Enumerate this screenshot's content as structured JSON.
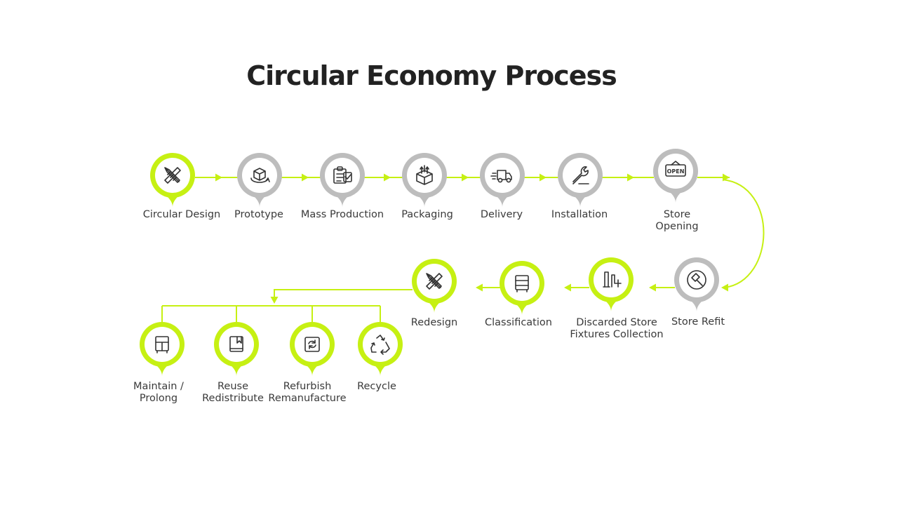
{
  "title": "Circular Economy Process",
  "colors": {
    "accent": "#c6f013",
    "muted": "#bdbdbd",
    "icon": "#333333",
    "label": "#3a3a3a",
    "title": "#222222"
  },
  "steps": [
    {
      "id": "circular-design",
      "label": [
        "Circular Design"
      ],
      "icon": "pencil-ruler-icon",
      "highlight": true
    },
    {
      "id": "prototype",
      "label": [
        "Prototype"
      ],
      "icon": "cube-rotate-icon",
      "highlight": false
    },
    {
      "id": "mass-production",
      "label": [
        "Mass Production"
      ],
      "icon": "clipboard-check-icon",
      "highlight": false
    },
    {
      "id": "packaging",
      "label": [
        "Packaging"
      ],
      "icon": "package-icon",
      "highlight": false
    },
    {
      "id": "delivery",
      "label": [
        "Delivery"
      ],
      "icon": "truck-icon",
      "highlight": false
    },
    {
      "id": "installation",
      "label": [
        "Installation"
      ],
      "icon": "wrench-icon",
      "highlight": false
    },
    {
      "id": "store-opening",
      "label": [
        "Store",
        "Opening"
      ],
      "icon": "open-sign-icon",
      "icon_text": "OPEN",
      "highlight": false
    },
    {
      "id": "store-refit",
      "label": [
        "Store Refit"
      ],
      "icon": "hammer-icon",
      "highlight": false
    },
    {
      "id": "discarded-store-fixtures-collection",
      "label": [
        "Discarded Store",
        "Fixtures Collection"
      ],
      "icon": "fixtures-icon",
      "highlight": true
    },
    {
      "id": "classification",
      "label": [
        "Classification"
      ],
      "icon": "cabinet-icon",
      "highlight": true
    },
    {
      "id": "redesign",
      "label": [
        "Redesign"
      ],
      "icon": "pencil-ruler-icon",
      "highlight": true
    },
    {
      "id": "maintain-prolong",
      "label": [
        "Maintain /",
        "Prolong"
      ],
      "icon": "shelf-icon",
      "highlight": true
    },
    {
      "id": "reuse-redistribute",
      "label": [
        "Reuse",
        "Redistribute"
      ],
      "icon": "book-icon",
      "highlight": true
    },
    {
      "id": "refurbish-remanufacture",
      "label": [
        "Refurbish",
        "Remanufacture"
      ],
      "icon": "refresh-icon",
      "highlight": true
    },
    {
      "id": "recycle",
      "label": [
        "Recycle"
      ],
      "icon": "recycle-icon",
      "highlight": true
    }
  ]
}
